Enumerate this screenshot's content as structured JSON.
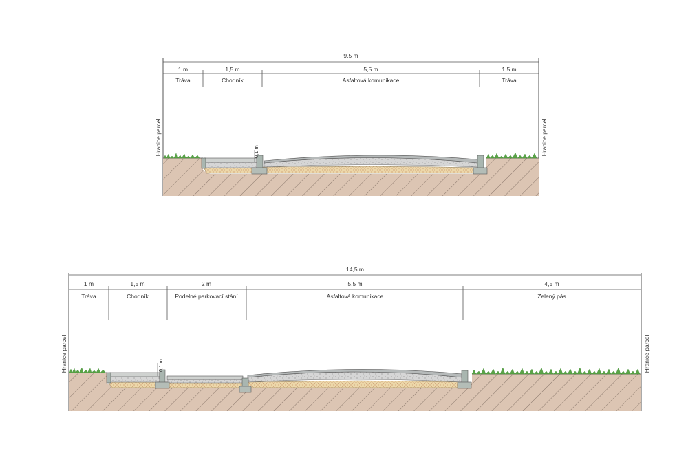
{
  "colors": {
    "soil": "#dcc5b3",
    "hatch": "#7a6a60",
    "grass": "#5aa447",
    "asphalt_top": "#b0b4b4",
    "concrete": "#d2d2d2",
    "sand": "#ecd7a9",
    "curb": "#a9b6b0",
    "line": "#555555"
  },
  "icons": [
    "grass-icon",
    "hatch-pattern"
  ],
  "section1": {
    "total": "9,5 m",
    "dims": [
      "1 m",
      "1,5 m",
      "5,5 m",
      "1,5 m"
    ],
    "labels": [
      "Tráva",
      "Chodník",
      "Asfaltová komunikace",
      "Tráva"
    ],
    "curb_height": "0,1 m",
    "boundary_left": "Hranice parcel",
    "boundary_right": "Hranice parcel"
  },
  "section2": {
    "total": "14,5 m",
    "dims": [
      "1 m",
      "1,5 m",
      "2 m",
      "5,5 m",
      "4,5 m"
    ],
    "labels": [
      "Tráva",
      "Chodník",
      "Podelné parkovací stání",
      "Asfaltová komunikace",
      "Zelený pás"
    ],
    "curb_height": "0,1 m",
    "boundary_left": "Hranice parcel",
    "boundary_right": "Hranice parcel"
  }
}
